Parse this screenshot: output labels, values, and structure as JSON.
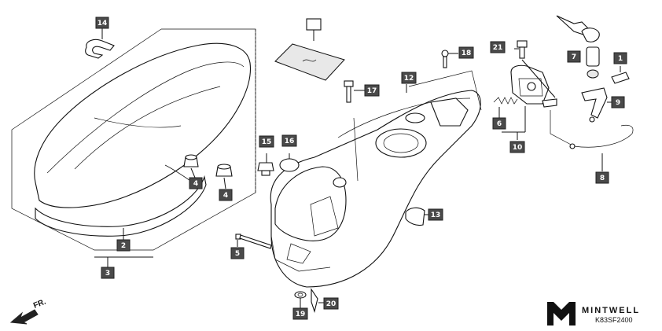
{
  "diagram": {
    "callouts": [
      "14",
      "18",
      "21",
      "7",
      "1",
      "12",
      "17",
      "9",
      "6",
      "10",
      "15",
      "16",
      "4",
      "4",
      "8",
      "13",
      "2",
      "5",
      "3",
      "19",
      "20"
    ],
    "front_marker": "FR.",
    "brand": "MINTWELL",
    "code": "K83SF2400"
  }
}
